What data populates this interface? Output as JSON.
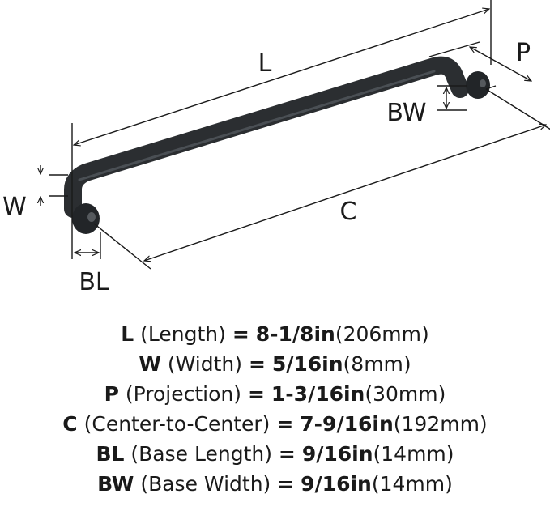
{
  "diagram": {
    "labels": {
      "L": "L",
      "P": "P",
      "BW": "BW",
      "W": "W",
      "C": "C",
      "BL": "BL"
    },
    "handle_color": "#2b2e31",
    "line_color": "#1a1a1a"
  },
  "specs": [
    {
      "code": "L",
      "name": "(Length)",
      "eq": "=",
      "imperial": "8-1/8in",
      "metric": "(206mm)"
    },
    {
      "code": "W",
      "name": "(Width)",
      "eq": "=",
      "imperial": "5/16in",
      "metric": "(8mm)"
    },
    {
      "code": "P",
      "name": "(Projection)",
      "eq": "=",
      "imperial": "1-3/16in",
      "metric": "(30mm)"
    },
    {
      "code": "C",
      "name": "(Center-to-Center)",
      "eq": "=",
      "imperial": "7-9/16in",
      "metric": "(192mm)"
    },
    {
      "code": "BL",
      "name": "(Base Length)",
      "eq": "=",
      "imperial": "9/16in",
      "metric": "(14mm)"
    },
    {
      "code": "BW",
      "name": "(Base Width)",
      "eq": "=",
      "imperial": "9/16in",
      "metric": "(14mm)"
    }
  ]
}
